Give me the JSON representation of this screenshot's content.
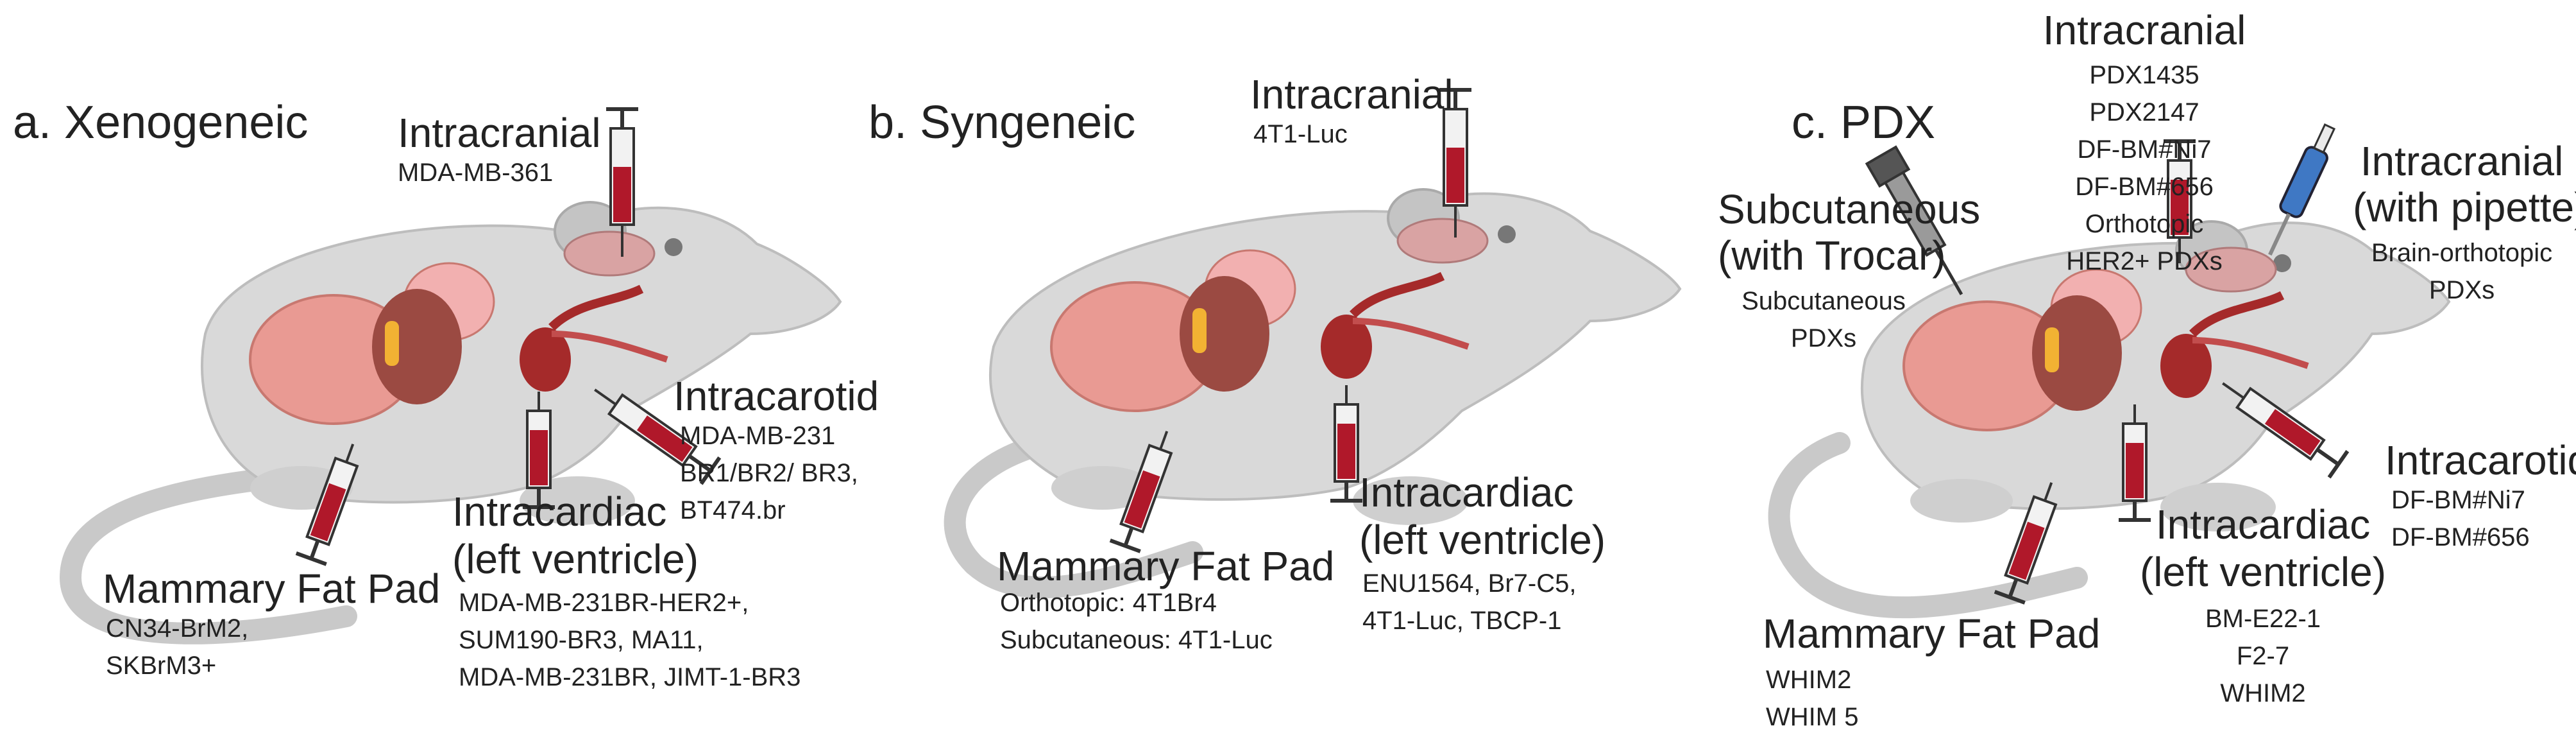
{
  "panels": {
    "xenogeneic": {
      "title": "a. Xenogeneic",
      "intracranial": {
        "label": "Intracranial",
        "lines": [
          "MDA-MB-361"
        ]
      },
      "intracarotid": {
        "label": "Intracarotid",
        "lines": [
          "MDA-MB-231",
          "BR1/BR2/ BR3,",
          "BT474.br"
        ]
      },
      "intracardiac": {
        "label": [
          "Intracardiac",
          "(left ventricle)"
        ],
        "lines": [
          "MDA-MB-231BR-HER2+,",
          "SUM190-BR3, MA11,",
          "MDA-MB-231BR, JIMT-1-BR3"
        ]
      },
      "mammary": {
        "label": "Mammary Fat Pad",
        "lines": [
          "CN34-BrM2,",
          "SKBrM3+"
        ]
      }
    },
    "syngeneic": {
      "title": "b. Syngeneic",
      "intracranial": {
        "label": "Intracranial",
        "lines": [
          "4T1-Luc"
        ]
      },
      "intracardiac": {
        "label": [
          "Intracardiac",
          "(left ventricle)"
        ],
        "lines": [
          "ENU1564, Br7-C5,",
          "4T1-Luc, TBCP-1"
        ]
      },
      "mammary": {
        "label": "Mammary Fat Pad",
        "lines": [
          "Orthotopic: 4T1Br4",
          "Subcutaneous: 4T1-Luc"
        ]
      }
    },
    "pdx": {
      "title": "c. PDX",
      "intracranial": {
        "label": "Intracranial",
        "lines": [
          "PDX1435",
          "PDX2147",
          "DF-BM#Ni7",
          "DF-BM#656",
          "Orthotopic",
          "HER2+ PDXs"
        ]
      },
      "subcutaneous": {
        "label": [
          "Subcutaneous",
          "(with Trocar)"
        ],
        "lines": [
          "Subcutaneous",
          "PDXs"
        ]
      },
      "pipette": {
        "label": [
          "Intracranial",
          "(with pipette)"
        ],
        "lines": [
          "Brain-orthotopic",
          "PDXs"
        ]
      },
      "intracarotid": {
        "label": "Intracarotid",
        "lines": [
          "DF-BM#Ni7",
          "DF-BM#656"
        ]
      },
      "intracardiac": {
        "label": [
          "Intracardiac",
          "(left ventricle)"
        ],
        "lines": [
          "BM-E22-1",
          "F2-7",
          "WHIM2"
        ]
      },
      "mammary": {
        "label": "Mammary Fat Pad",
        "lines": [
          "WHIM2",
          "WHIM 5"
        ]
      }
    }
  },
  "colors": {
    "body": "#d9d9d9",
    "body_shadow": "#bdbdbd",
    "intestine": "#e99a93",
    "liver": "#9b4a42",
    "heart": "#a52a2a",
    "brain": "#d9a3a3",
    "syringe_fill": "#b0182a",
    "syringe_body": "#f2f2f2",
    "outline": "#333333",
    "yellow": "#f2b233",
    "pipette_blue": "#3f78c4"
  },
  "icons": [
    "syringe-icon",
    "trocar-icon",
    "pipette-icon",
    "mouse-illustration"
  ]
}
